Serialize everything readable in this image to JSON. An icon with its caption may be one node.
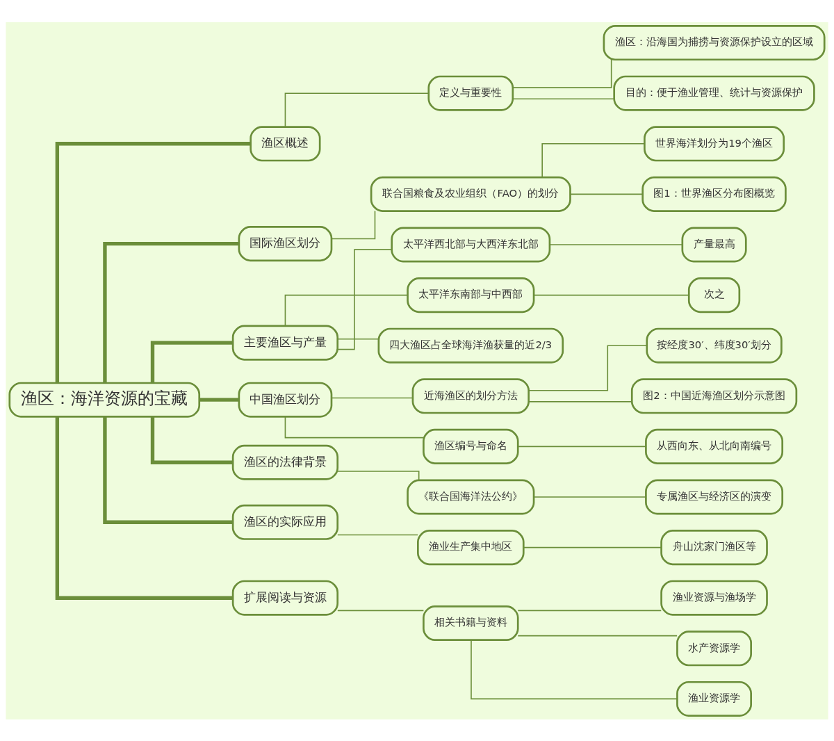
{
  "diagram": {
    "nodes": [
      {
        "text": [
          "渔区：海洋资源的宝藏"
        ]
      },
      {
        "text": [
          "渔区概述"
        ]
      },
      {
        "text": [
          "定义与重要性"
        ]
      },
      {
        "text": [
          "渔区：沿海国为捕捞与资源保护设立的区域"
        ]
      },
      {
        "text": [
          "目的：便于渔业管理、统计与资源保护"
        ]
      },
      {
        "text": [
          "国际渔区划分"
        ]
      },
      {
        "text": [
          "联合国粮食及农业组织（FAO）的划分"
        ]
      },
      {
        "text": [
          "世界海洋划分为19个渔区"
        ]
      },
      {
        "text": [
          "图1：世界渔区分布图概览"
        ]
      },
      {
        "text": [
          "主要渔区与产量"
        ]
      },
      {
        "text": [
          "太平洋西北部与大西洋东北部"
        ]
      },
      {
        "text": [
          "产量最高"
        ]
      },
      {
        "text": [
          "太平洋东南部与中西部"
        ]
      },
      {
        "text": [
          "次之"
        ]
      },
      {
        "text": [
          "四大渔区占全球海洋渔获量的近2/3"
        ]
      },
      {
        "text": [
          "中国渔区划分"
        ]
      },
      {
        "text": [
          "近海渔区的划分方法"
        ]
      },
      {
        "text": [
          "按经度30′、纬度30′划分"
        ]
      },
      {
        "text": [
          "图2：中国近海渔区划分示意图"
        ]
      },
      {
        "text": [
          "渔区编号与命名"
        ]
      },
      {
        "text": [
          "从西向东、从北向南编号"
        ]
      },
      {
        "text": [
          "渔区的法律背景"
        ]
      },
      {
        "text": [
          "《联合国海洋法公约》"
        ]
      },
      {
        "text": [
          "专属渔区与经济区的演变"
        ]
      },
      {
        "text": [
          "渔区的实际应用"
        ]
      },
      {
        "text": [
          "渔业生产集中地区"
        ]
      },
      {
        "text": [
          "舟山沈家门渔区等"
        ]
      },
      {
        "text": [
          "扩展阅读与资源"
        ]
      },
      {
        "text": [
          "相关书籍与资料"
        ]
      },
      {
        "text": [
          "渔业资源与渔场学"
        ]
      },
      {
        "text": [
          "水产资源学"
        ]
      },
      {
        "text": [
          "渔业资源学"
        ]
      }
    ],
    "edges": [
      {
        "from": 0,
        "to": 1,
        "arrow": "none",
        "style": "thick"
      },
      {
        "from": 1,
        "to": 2,
        "arrow": "none"
      },
      {
        "from": 2,
        "to": 3,
        "arrow": "none"
      },
      {
        "from": 2,
        "to": 4,
        "arrow": "none"
      },
      {
        "from": 0,
        "to": 5,
        "arrow": "none",
        "style": "thick"
      },
      {
        "from": 5,
        "to": 6,
        "arrow": "none"
      },
      {
        "from": 6,
        "to": 7,
        "arrow": "none"
      },
      {
        "from": 6,
        "to": 8,
        "arrow": "none"
      },
      {
        "from": 0,
        "to": 9,
        "arrow": "none",
        "style": "thick"
      },
      {
        "from": 9,
        "to": 10,
        "arrow": "none"
      },
      {
        "from": 10,
        "to": 11,
        "arrow": "none"
      },
      {
        "from": 9,
        "to": 12,
        "arrow": "none"
      },
      {
        "from": 12,
        "to": 13,
        "arrow": "none"
      },
      {
        "from": 9,
        "to": 14,
        "arrow": "none"
      },
      {
        "from": 0,
        "to": 15,
        "arrow": "none",
        "style": "thick"
      },
      {
        "from": 15,
        "to": 16,
        "arrow": "none"
      },
      {
        "from": 16,
        "to": 17,
        "arrow": "none"
      },
      {
        "from": 16,
        "to": 18,
        "arrow": "none"
      },
      {
        "from": 15,
        "to": 19,
        "arrow": "none"
      },
      {
        "from": 19,
        "to": 20,
        "arrow": "none"
      },
      {
        "from": 0,
        "to": 21,
        "arrow": "none",
        "style": "thick"
      },
      {
        "from": 21,
        "to": 22,
        "arrow": "none"
      },
      {
        "from": 22,
        "to": 23,
        "arrow": "none"
      },
      {
        "from": 0,
        "to": 24,
        "arrow": "none",
        "style": "thick"
      },
      {
        "from": 24,
        "to": 25,
        "arrow": "none"
      },
      {
        "from": 25,
        "to": 26,
        "arrow": "none"
      },
      {
        "from": 0,
        "to": 27,
        "arrow": "none",
        "style": "thick"
      },
      {
        "from": 27,
        "to": 28,
        "arrow": "none"
      },
      {
        "from": 28,
        "to": 29,
        "arrow": "none"
      },
      {
        "from": 28,
        "to": 30,
        "arrow": "none"
      },
      {
        "from": 28,
        "to": 31,
        "arrow": "none"
      }
    ]
  }
}
